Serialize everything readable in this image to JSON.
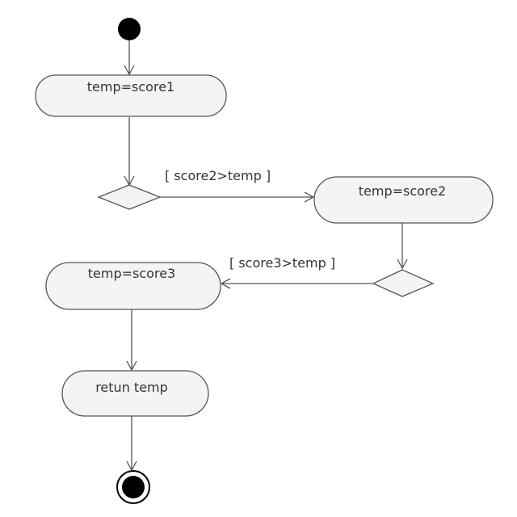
{
  "diagram": {
    "type": "uml-activity",
    "actions": [
      {
        "id": "a1",
        "label": "temp=score1"
      },
      {
        "id": "a2",
        "label": "temp=score2"
      },
      {
        "id": "a3",
        "label": "temp=score3"
      },
      {
        "id": "a4",
        "label": "retun temp"
      }
    ],
    "decisions": [
      {
        "id": "d1"
      },
      {
        "id": "d2"
      }
    ],
    "guards": [
      {
        "id": "g1",
        "label": "[ score2>temp ]"
      },
      {
        "id": "g2",
        "label": "[ score3>temp ]"
      }
    ],
    "edges": [
      {
        "from": "initial",
        "to": "a1"
      },
      {
        "from": "a1",
        "to": "d1"
      },
      {
        "from": "d1",
        "to": "a2",
        "guard": "g1"
      },
      {
        "from": "a2",
        "to": "d2"
      },
      {
        "from": "d2",
        "to": "a3",
        "guard": "g2"
      },
      {
        "from": "a3",
        "to": "a4"
      },
      {
        "from": "a4",
        "to": "final"
      }
    ],
    "colors": {
      "stroke": "#555555",
      "node_fill": "#f4f4f4",
      "text": "#333333",
      "start_end": "#000000"
    }
  }
}
